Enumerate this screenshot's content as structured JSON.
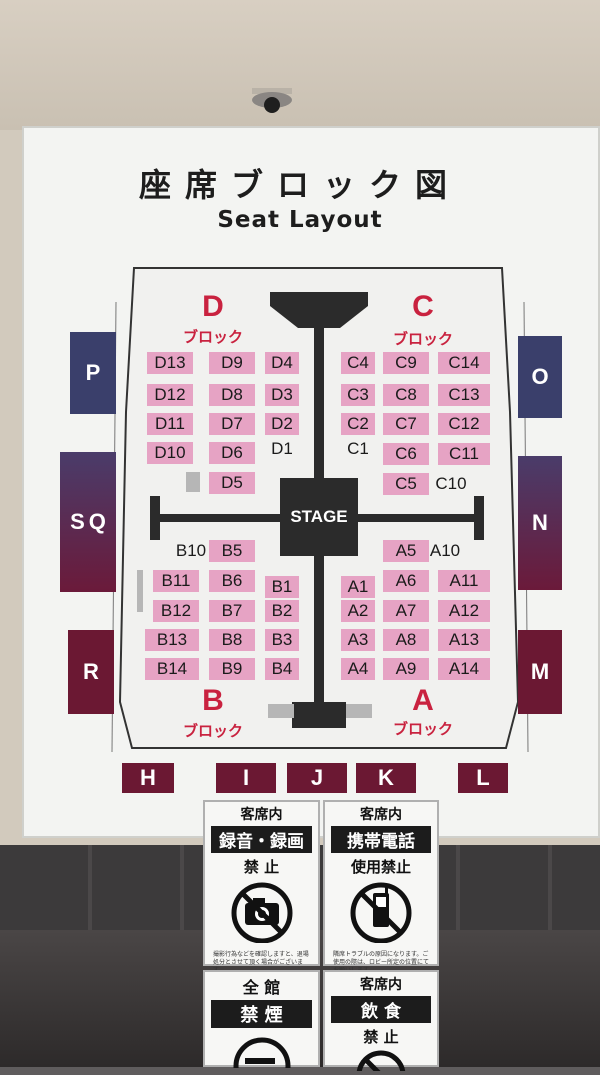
{
  "board": {
    "title_jp": "座席ブロック図",
    "title_en": "Seat Layout"
  },
  "stage": "STAGE",
  "blocks": {
    "D": {
      "letter": "D",
      "word": "ブロック"
    },
    "C": {
      "letter": "C",
      "word": "ブロック"
    },
    "B": {
      "letter": "B",
      "word": "ブロック"
    },
    "A": {
      "letter": "A",
      "word": "ブロック"
    }
  },
  "seats": {
    "D": [
      "D13",
      "D9",
      "D4",
      "D12",
      "D8",
      "D3",
      "D11",
      "D7",
      "D2",
      "D10",
      "D6",
      "D1",
      "D5"
    ],
    "C": [
      "C4",
      "C9",
      "C14",
      "C3",
      "C8",
      "C13",
      "C2",
      "C7",
      "C12",
      "C1",
      "C6",
      "C11",
      "C5",
      "C10"
    ],
    "B": [
      "B10",
      "B5",
      "B11",
      "B6",
      "B1",
      "B12",
      "B7",
      "B2",
      "B13",
      "B8",
      "B3",
      "B14",
      "B9",
      "B4"
    ],
    "A": [
      "A5",
      "A10",
      "A1",
      "A6",
      "A11",
      "A2",
      "A7",
      "A12",
      "A3",
      "A8",
      "A13",
      "A4",
      "A9",
      "A14"
    ]
  },
  "side_blocks": {
    "P": "P",
    "S": "S",
    "Q": "Q",
    "R": "R",
    "O": "O",
    "N": "N",
    "M": "M",
    "H": "H",
    "I": "I",
    "J": "J",
    "K": "K",
    "L": "L"
  },
  "signs": [
    {
      "head": "客席内",
      "bar": "録音・録画",
      "sub": "禁 止",
      "note": "撮影行為などを確認しますと、退場処分とさせて頂く場合がございます。"
    },
    {
      "head": "客席内",
      "bar": "携帯電話",
      "sub": "使用禁止",
      "note": "隣席トラブルの原因になります。ご使用の際は、ロビー所定の位置にてお願いします。"
    },
    {
      "head": "全 館",
      "bar": "禁  煙",
      "sub": ""
    },
    {
      "head": "客席内",
      "bar": "飲 食",
      "sub": "禁 止"
    }
  ],
  "colors": {
    "seat": "#e6a3c4",
    "block_letter": "#c9223f",
    "navy": "#3a3f6b",
    "maroon": "#6b1833"
  }
}
